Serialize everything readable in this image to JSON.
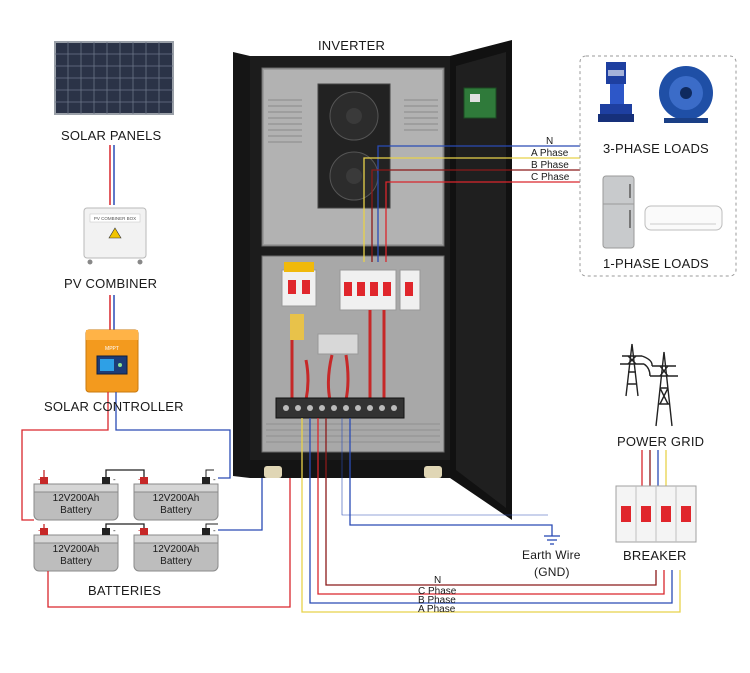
{
  "labels": {
    "inverter": "INVERTER",
    "solar_panels": "SOLAR PANELS",
    "pv_combiner": "PV COMBINER",
    "solar_controller": "SOLAR CONTROLLER",
    "batteries": "BATTERIES",
    "three_phase_loads": "3-PHASE LOADS",
    "one_phase_loads": "1-PHASE LOADS",
    "power_grid": "POWER GRID",
    "breaker": "BREAKER",
    "earth_wire": "Earth Wire",
    "gnd": "(GND)"
  },
  "battery": {
    "model": "12V200Ah",
    "type": "Battery"
  },
  "combiner_box_text": "PV COMBINER BOX",
  "controller_brand": "MPPT",
  "load_wires": [
    "N",
    "A Phase",
    "B Phase",
    "C Phase"
  ],
  "grid_wires": [
    "C Phase",
    "B Phase",
    "A Phase"
  ],
  "colors": {
    "wire_red": "#d9262c",
    "wire_blue": "#2a4bb5",
    "wire_yellow": "#e8d24a",
    "wire_brown": "#8b1a1a",
    "cabinet": "#1c1c1c",
    "controller": "#f39a1e",
    "breaker_red": "#e0262c"
  }
}
